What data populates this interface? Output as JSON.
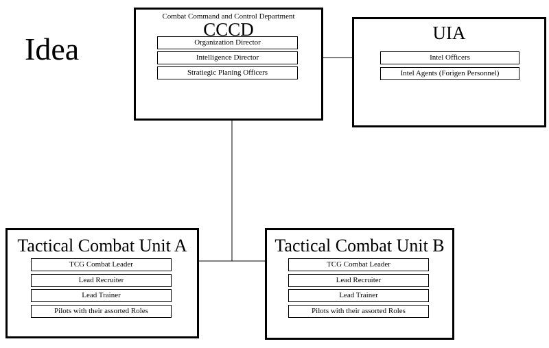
{
  "title": "Idea",
  "cccd": {
    "subtitle": "Combat Command and Control Department",
    "title": "CCCD",
    "roles": [
      "Organization Director",
      "Intelligence Director",
      "Stratiegic Planing Officers"
    ]
  },
  "uia": {
    "title": "UIA",
    "roles": [
      "Intel Officers",
      "Intel Agents (Forigen Personnel)"
    ]
  },
  "unit_a": {
    "title": "Tactical Combat Unit A",
    "roles": [
      "TCG Combat Leader",
      "Lead Recruiter",
      "Lead Trainer",
      "Pilots with their assorted Roles"
    ]
  },
  "unit_b": {
    "title": "Tactical Combat Unit B",
    "roles": [
      "TCG Combat Leader",
      "Lead Recruiter",
      "Lead Trainer",
      "Pilots with their assorted Roles"
    ]
  },
  "colors": {
    "line": "#000000",
    "background": "#ffffff"
  }
}
